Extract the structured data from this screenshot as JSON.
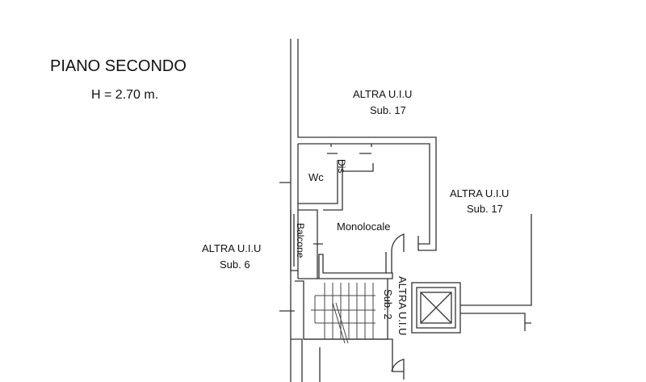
{
  "title": "PIANO SECONDO",
  "height_label": "H = 2.70 m.",
  "neighbors": [
    {
      "label": "ALTRA U.I.U",
      "sub": "Sub. 17"
    },
    {
      "label": "ALTRA U.I.U",
      "sub": "Sub. 17"
    },
    {
      "label": "ALTRA U.I.U",
      "sub": "Sub. 6"
    },
    {
      "label": "ALTRA U.I.U",
      "sub": "Sub. 2"
    }
  ],
  "rooms": {
    "wc": "Wc",
    "dis": "Dis",
    "monolocale": "Monolocale",
    "balcone": "Balcone"
  }
}
